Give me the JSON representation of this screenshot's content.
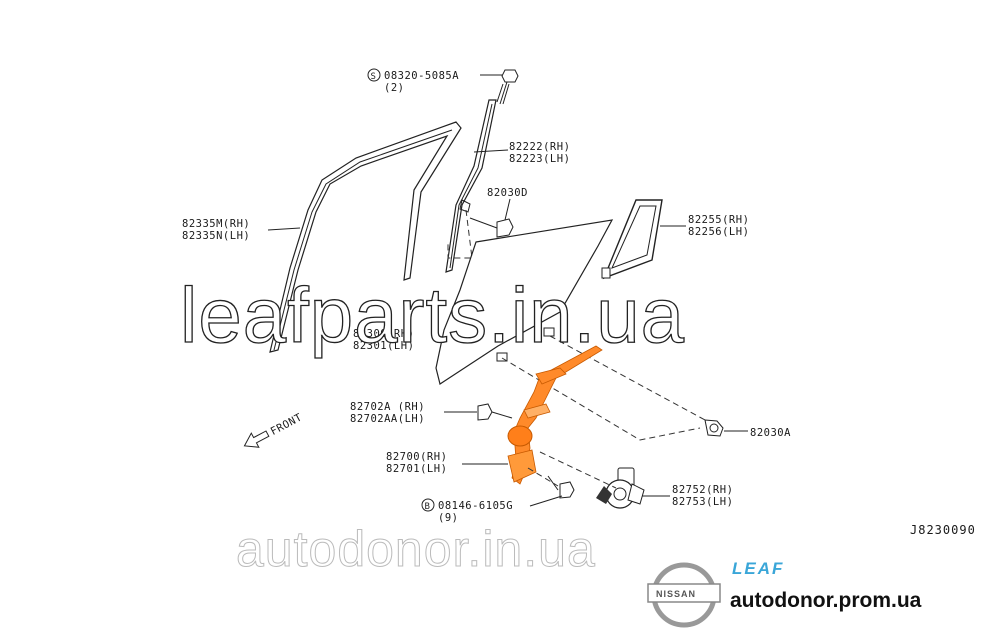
{
  "labels": {
    "screw_top": "08320-5085A",
    "screw_top_qty": "(2)",
    "sash_rh": "82222(RH)",
    "sash_lh": "82223(LH)",
    "bolt_sash": "82030D",
    "weatherstrip_rh": "82335M(RH)",
    "weatherstrip_lh": "82335N(LH)",
    "quarter_rh": "82255(RH)",
    "quarter_lh": "82256(LH)",
    "glass_rh": "82300(RH)",
    "glass_lh": "82301(LH)",
    "bolt_a_rh": "82702A (RH)",
    "bolt_a_lh": "82702AA(LH)",
    "bolt_glass": "82030A",
    "regulator_rh": "82700(RH)",
    "regulator_lh": "82701(LH)",
    "motor_rh": "82752(RH)",
    "motor_lh": "82753(LH)",
    "bolt_bottom": "08146-6105G",
    "bolt_bottom_qty": "(9)",
    "front_arrow": "FRONT",
    "diagram_code": "J8230090"
  },
  "watermarks": {
    "main": "leafparts.in.ua",
    "secondary": "autodonor.in.ua"
  },
  "brand": {
    "nissan": "NISSAN",
    "model": "LEAF",
    "site": "autodonor.prom.ua"
  },
  "colors": {
    "highlight": "#ff7f1a",
    "leaf_blue": "#3aa6d8",
    "line": "#222222"
  }
}
